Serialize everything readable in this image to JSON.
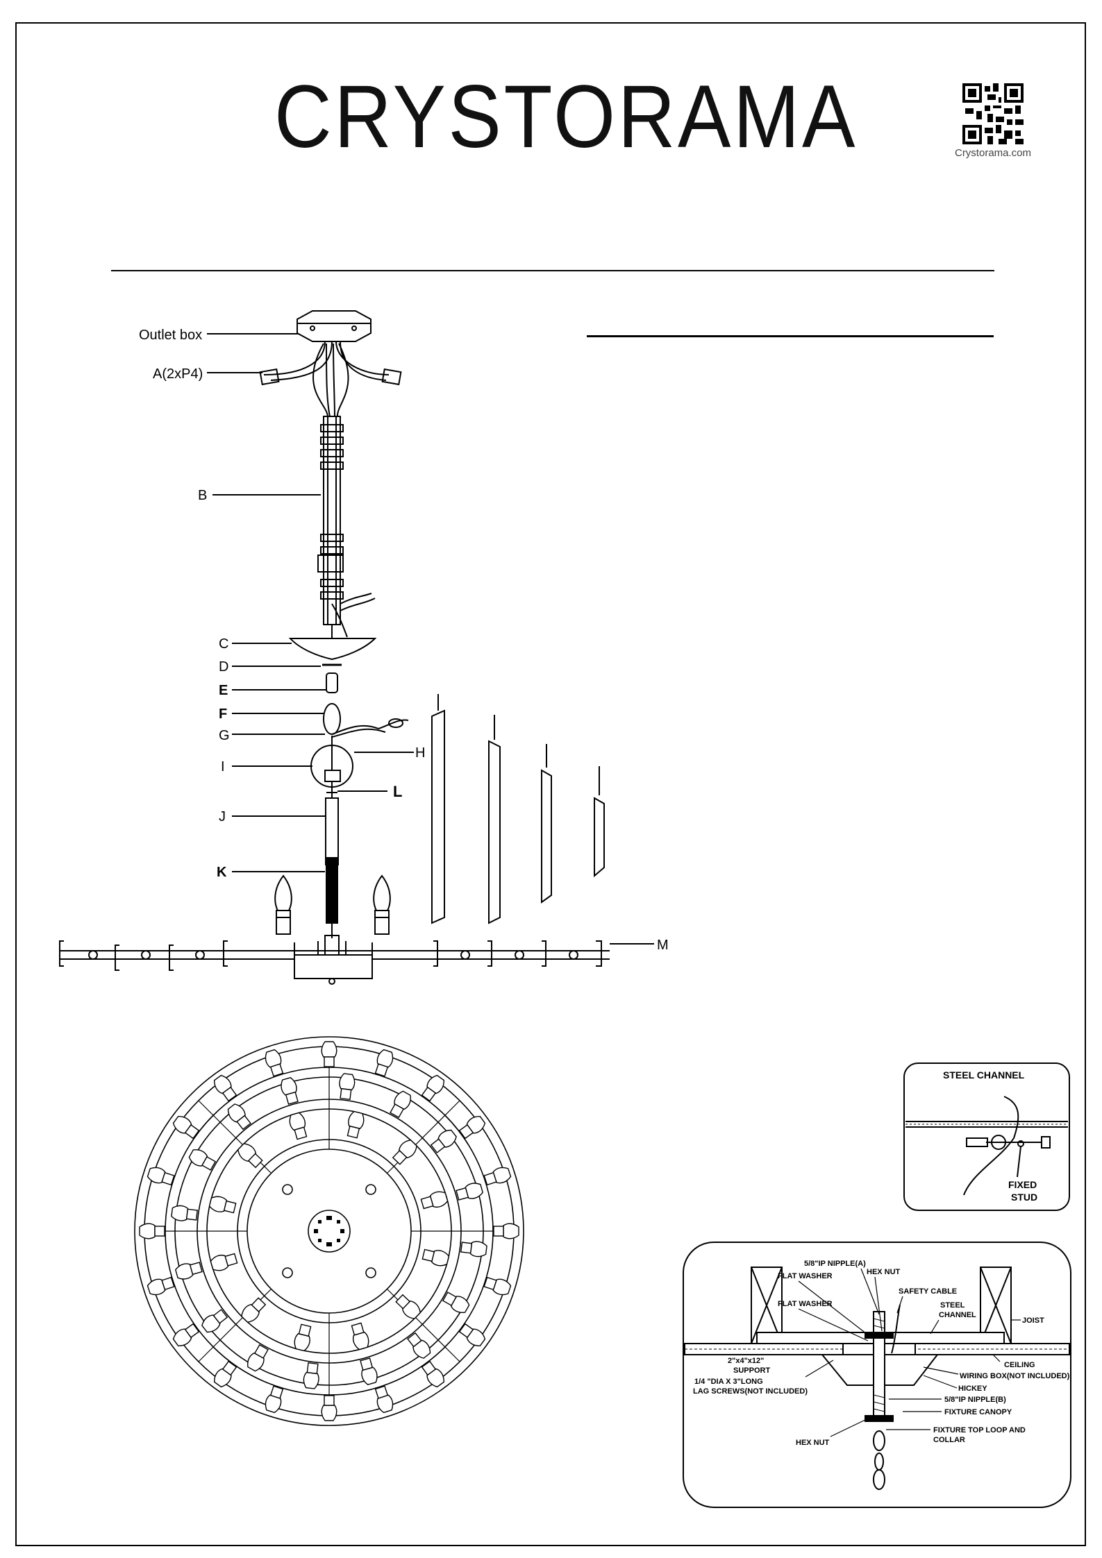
{
  "brand": {
    "logo_text": "CRYSTORAMA",
    "qr_caption": "Crystorama.com"
  },
  "exploded_view": {
    "labels": {
      "outlet_box": "Outlet box",
      "a": "A(2xP4)",
      "b": "B",
      "c": "C",
      "d": "D",
      "e": "E",
      "f": "F",
      "g": "G",
      "h": "H",
      "i": "I",
      "j": "J",
      "k": "K",
      "l": "L",
      "m": "M"
    }
  },
  "steel_channel_detail": {
    "steel_channel": "STEEL CHANNEL",
    "fixed_stud_line1": "FIXED",
    "fixed_stud_line2": "STUD"
  },
  "mounting_detail": {
    "nipple_a": "5/8\"IP NIPPLE(A)",
    "hex_nut_top": "HEX NUT",
    "flat_washer_1": "FLAT WASHER",
    "safety_cable": "SAFETY CABLE",
    "flat_washer_2": "FLAT WASHER",
    "steel_channel_line1": "STEEL",
    "steel_channel_line2": "CHANNEL",
    "joist": "JOIST",
    "support_line1": "2\"x4\"x12\"",
    "support_line2": "SUPPORT",
    "ceiling": "CEILING",
    "wiring_box": "WIRING BOX(NOT INCLUDED)",
    "lag_screws_line1": "1/4  \"DIA X 3\"LONG",
    "lag_screws_line2": "LAG SCREWS(NOT INCLUDED)",
    "hickey": "HICKEY",
    "nipple_b": "5/8\"IP NIPPLE(B)",
    "hex_nut_bottom": "HEX NUT",
    "fixture_canopy": "FIXTURE CANOPY",
    "top_loop_line1": "FIXTURE TOP LOOP AND",
    "top_loop_line2": "COLLAR"
  }
}
